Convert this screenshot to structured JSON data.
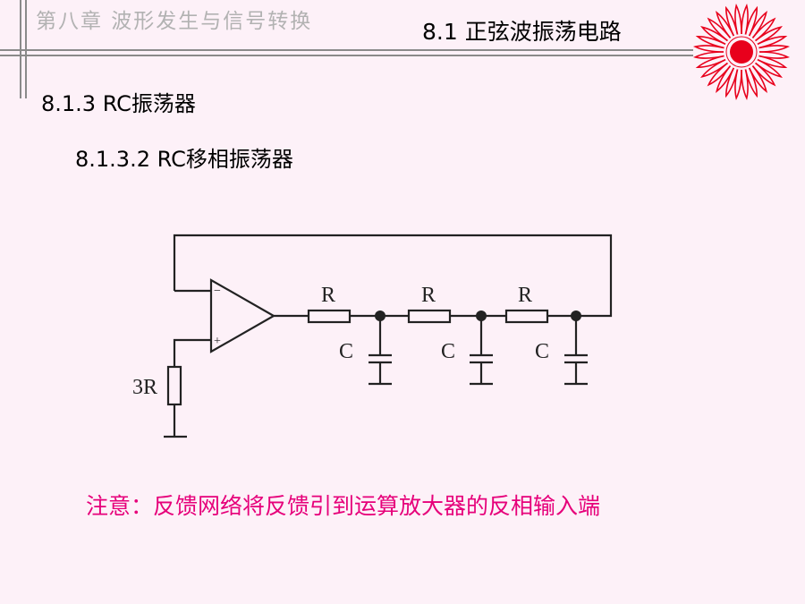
{
  "header": {
    "chapter_title": "第八章 波形发生与信号转换",
    "section_title": "8.1 正弦波振荡电路",
    "logo_icon": "sun-burst-icon",
    "logo_color": "#e8001c"
  },
  "content": {
    "heading_1": "8.1.3 RC振荡器",
    "heading_2": "8.1.3.2 RC移相振荡器",
    "note": "注意：反馈网络将反馈引到运算放大器的反相输入端",
    "note_color": "#e6007a"
  },
  "circuit": {
    "minus_label": "−",
    "plus_label": "+",
    "resistor_labels": [
      "R",
      "R",
      "R"
    ],
    "capacitor_labels": [
      "C",
      "C",
      "C"
    ],
    "input_resistor_label": "3R"
  }
}
